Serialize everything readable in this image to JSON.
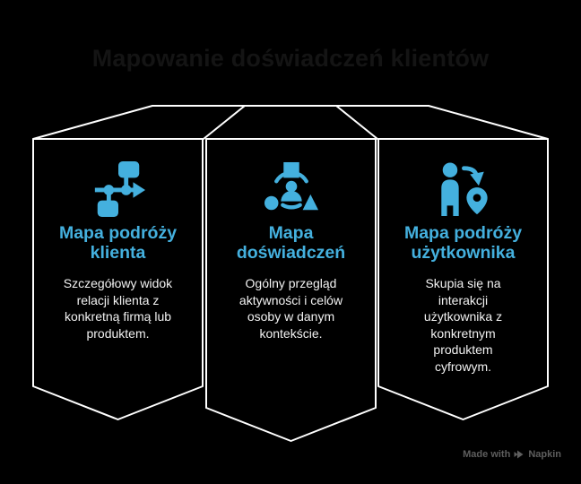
{
  "page": {
    "title": "Mapowanie doświadczeń klientów",
    "background_color": "#000000",
    "title_color": "#141414",
    "accent_color": "#44B0DE",
    "body_text_color": "#F2F2F2",
    "outline_color": "#FFFFFF"
  },
  "panels": [
    {
      "icon": "sitemap-flow-icon",
      "title": "Mapa podróży\nklienta",
      "description": "Szczegółowy widok\nrelacji klienta z\nkonkretną firmą lub\nproduktem."
    },
    {
      "icon": "persona-context-icon",
      "title": "Mapa\ndoświadczeń",
      "description": "Ogólny przegląd\naktywności i celów\nosoby w danym\nkontekście."
    },
    {
      "icon": "user-location-icon",
      "title": "Mapa podróży\nużytkownika",
      "description": "Skupia się na\ninterakcji\nużytkownika z\nkonkretnym\nproduktem\ncyfrowym."
    }
  ],
  "watermark": {
    "prefix": "Made with",
    "brand": "Napkin"
  }
}
